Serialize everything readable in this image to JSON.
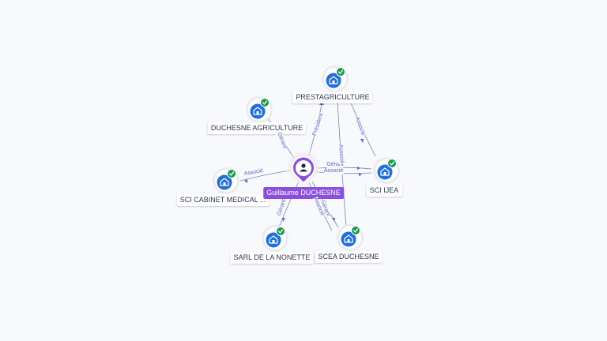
{
  "colors": {
    "edge": "#7a86a8",
    "company_icon": "#1f6fe0",
    "verified": "#1a9a4a",
    "person": "#8a4fdc",
    "edge_label": "#5a64c8"
  },
  "person": {
    "name": "Guillaume DUCHESNE",
    "icon": "user-icon"
  },
  "companies": [
    {
      "id": "prestagriculture",
      "name": "PRESTAGRICULTURE",
      "icon": "building-icon",
      "verified": true
    },
    {
      "id": "duchesne-agriculture",
      "name": "DUCHESNE AGRICULTURE",
      "icon": "building-icon",
      "verified": true
    },
    {
      "id": "sci-cabinet-medical",
      "name": "SCI CABINET MEDICAL ...",
      "icon": "building-icon",
      "verified": true
    },
    {
      "id": "sci-ijea",
      "name": "SCI IJEA",
      "icon": "building-icon",
      "verified": true
    },
    {
      "id": "sarl-nonette",
      "name": "SARL DE LA NONETTE",
      "icon": "building-icon",
      "verified": true
    },
    {
      "id": "scea-duchesne",
      "name": "SCEA DUCHESNE",
      "icon": "building-icon",
      "verified": true
    }
  ],
  "edge_labels": {
    "duchesne_agriculture": "Gérant",
    "prestagriculture": "Président",
    "cabinet": "Associé",
    "ijea_gerant": "Gérant",
    "ijea_associe": "Associé",
    "nonette": "Gérant",
    "scea_gerant": "Gérant",
    "scea_associe": "Associé",
    "presta_scea": "Associé",
    "presta_ijea": "Associé"
  }
}
